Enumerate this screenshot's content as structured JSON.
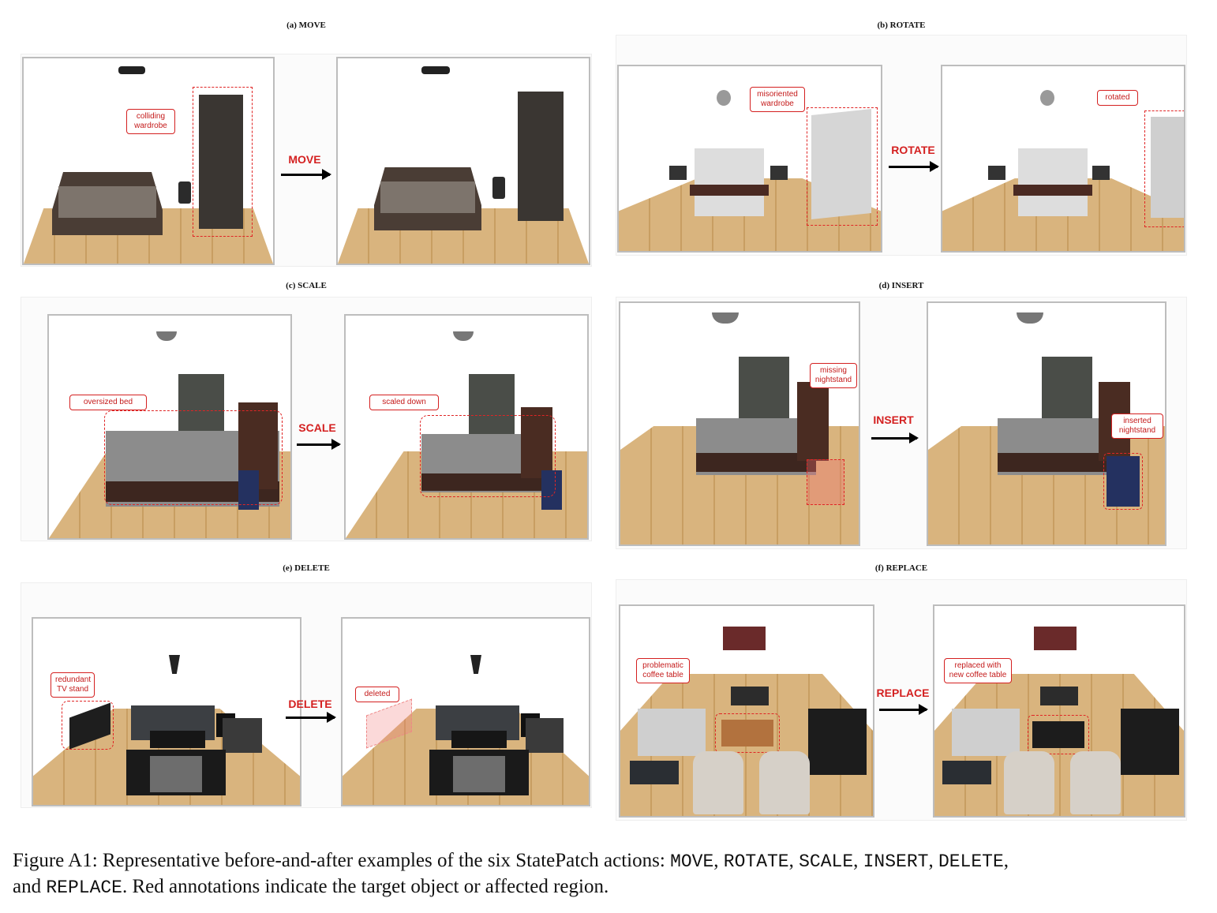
{
  "panels": [
    {
      "title": "(a) MOVE",
      "action": "MOVE",
      "before_label": "colliding\nwardrobe",
      "after_label": ""
    },
    {
      "title": "(b) ROTATE",
      "action": "ROTATE",
      "before_label": "misoriented\nwardrobe",
      "after_label": "rotated"
    },
    {
      "title": "(c) SCALE",
      "action": "SCALE",
      "before_label": "oversized bed",
      "after_label": "scaled down"
    },
    {
      "title": "(d) INSERT",
      "action": "INSERT",
      "before_label": "missing\nnightstand",
      "after_label": "inserted\nnightstand"
    },
    {
      "title": "(e) DELETE",
      "action": "DELETE",
      "before_label": "redundant\nTV stand",
      "after_label": "deleted"
    },
    {
      "title": "(f) REPLACE",
      "action": "REPLACE",
      "before_label": "problematic\ncoffee table",
      "after_label": "replaced with\nnew coffee table"
    }
  ],
  "caption": {
    "prefix": "Figure A1: Representative before-and-after examples of the six StatePatch actions: ",
    "a1": "MOVE",
    "s1": ", ",
    "a2": "ROTATE",
    "s2": ", ",
    "a3": "SCALE",
    "s3": ", ",
    "a4": "INSERT",
    "s4": ", ",
    "a5": "DELETE",
    "s5": ",",
    "line2_prefix": "and ",
    "a6": "REPLACE",
    "suffix": ". Red annotations indicate the target object or affected region."
  }
}
